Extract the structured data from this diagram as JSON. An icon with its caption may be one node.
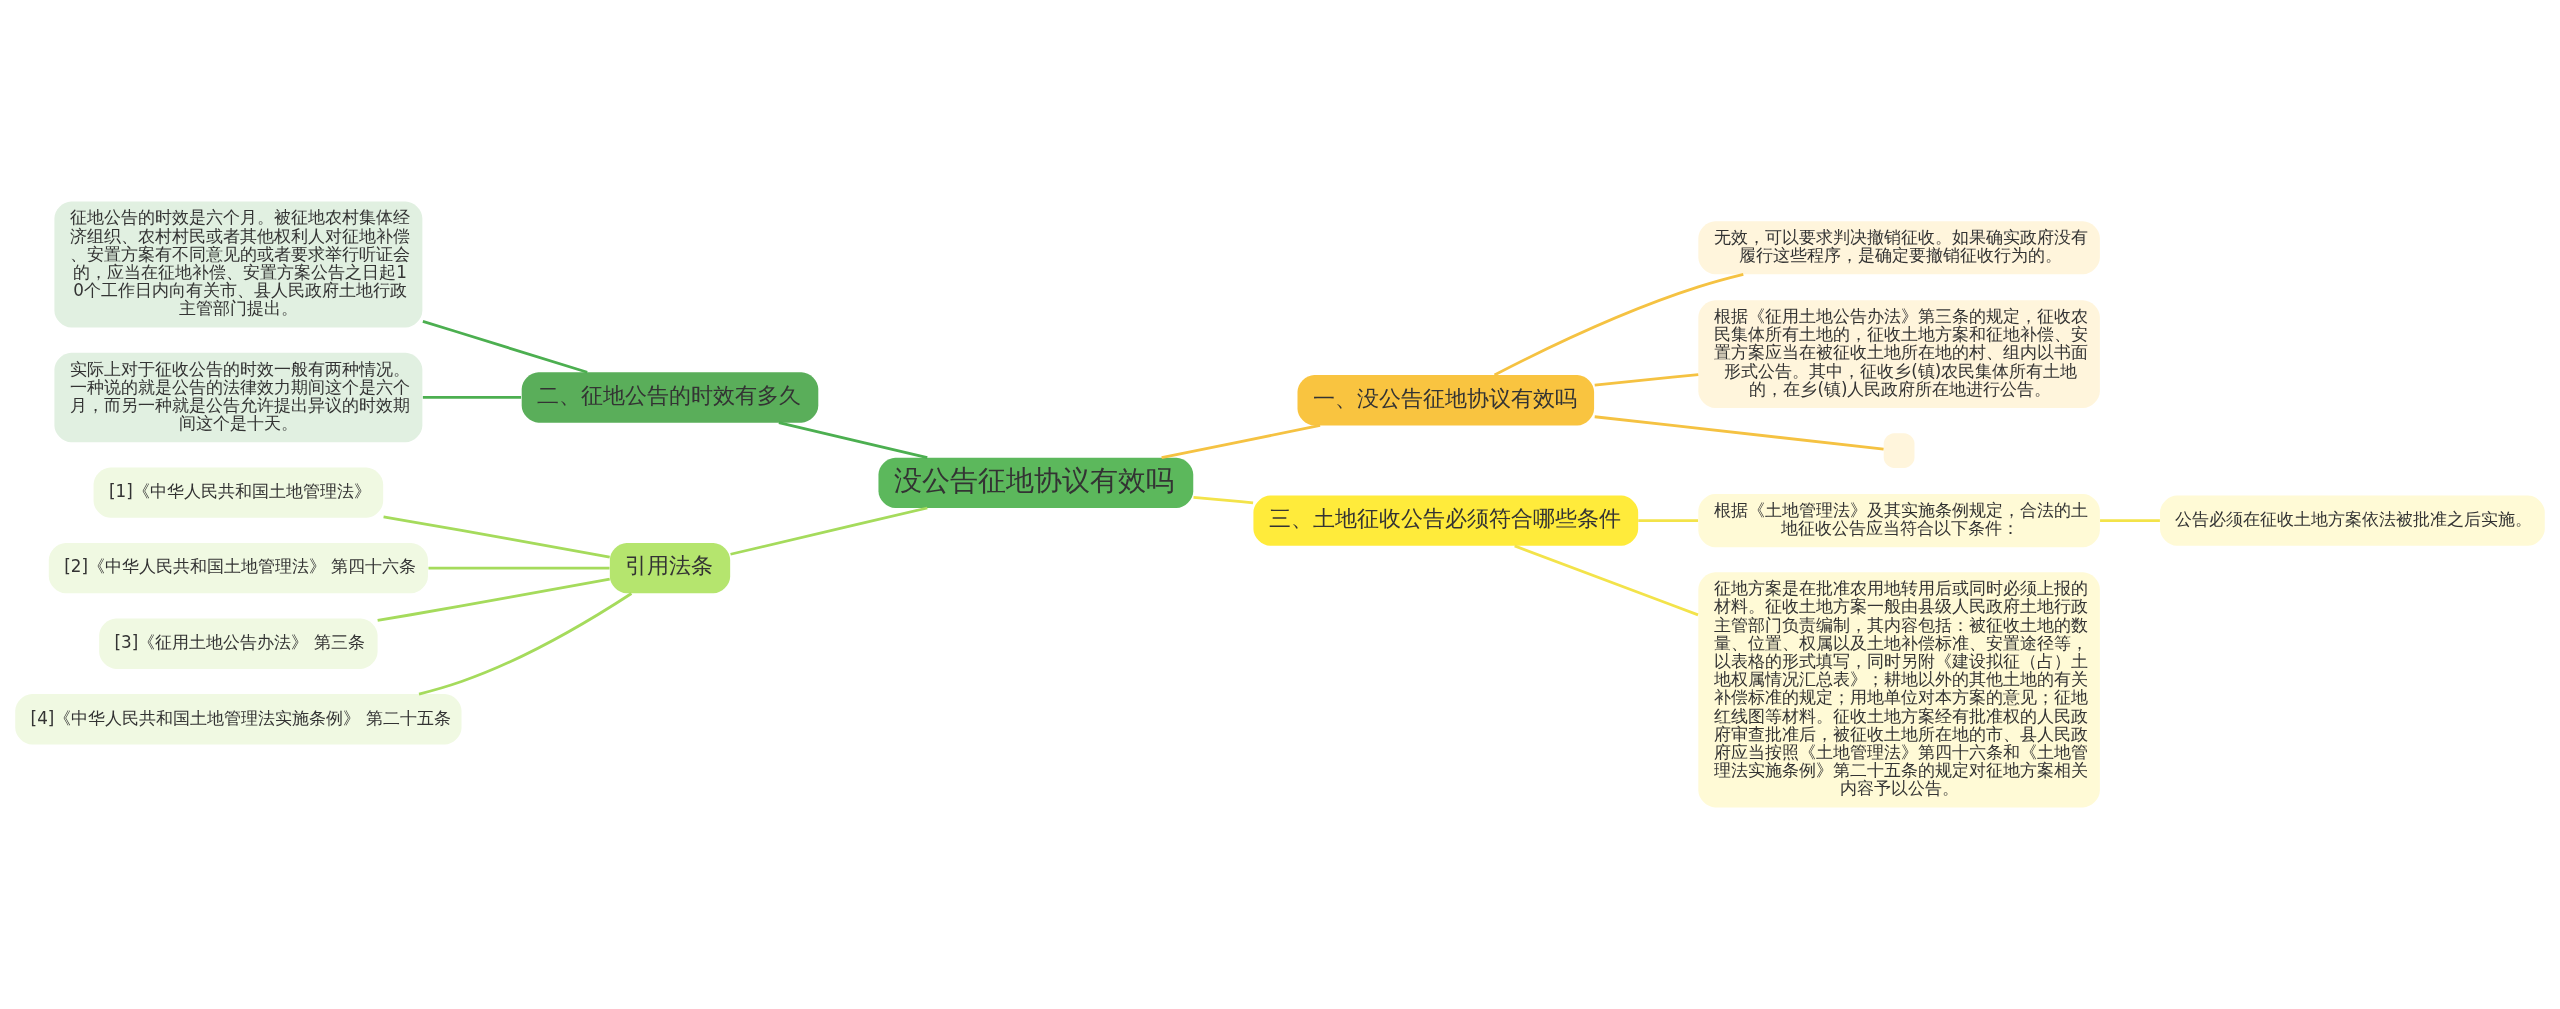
{
  "diagram": {
    "nodes": [
      {
        "text": [
          "没公告征地协议有效吗"
        ]
      },
      {
        "text": [
          "一、没公告征地协议有效吗"
        ]
      },
      {
        "text": [
          "无效，可以要求判决撤销征收。如果确实政府没有履行这些程序，是确定要撤销征收行为的。"
        ]
      },
      {
        "text": [
          "根据《征用土地公告办法》第三条的规定，征收农民集体所有土地的，征收土地方案和征地补偿、安置方案应当在被征收土地所在地的村、组内以书面形式公告。其中，征收乡(镇)农民集体所有土地的，在乡(镇)人民政府所在地进行公告。"
        ]
      },
      {
        "text": [],
        "shape": "box"
      },
      {
        "text": [
          "三、土地征收公告必须符合哪些条件"
        ]
      },
      {
        "text": [
          "根据《土地管理法》及其实施条例规定，合法的土地征收公告应当符合以下条件："
        ]
      },
      {
        "text": [
          "公告必须在征收土地方案依法被批准之后实施。"
        ]
      },
      {
        "text": [
          "征地方案是在批准农用地转用后或同时必须上报的材料。征收土地方案一般由县级人民政府土地行政主管部门负责编制，其内容包括：被征收土地的数量、位置、权属以及土地补偿标准、安置途径等，以表格的形式填写，同时另附《建设拟征（占）土地权属情况汇总表》；耕地以外的其他土地的有关补偿标准的规定；用地单位对本方案的意见；征地红线图等材料。征收土地方案经有批准权的人民政府审查批准后，被征收土地所在地的市、县人民政府应当按照《土地管理法》第四十六条和《土地管理法实施条例》第二十五条的规定对征地方案相关内容予以公告。"
        ]
      },
      {
        "text": [
          "二、征地公告的时效有多久"
        ]
      },
      {
        "text": [
          "征地公告的时效是六个月。被征地农村集体经济组织、农村村民或者其他权利人对征地补偿、安置方案有不同意见的或者要求举行听证会的，应当在征地补偿、安置方案公告之日起10个工作日内向有关市、县人民政府土地行政主管部门提出。"
        ]
      },
      {
        "text": [
          "实际上对于征收公告的时效一般有两种情况。一种说的就是公告的法律效力期间这个是六个月，而另一种就是公告允许提出异议的时效期间这个是十天。"
        ]
      },
      {
        "text": [
          "引用法条"
        ]
      },
      {
        "text": [
          "[1]《中华人民共和国土地管理法》"
        ]
      },
      {
        "text": [
          "[2]《中华人民共和国土地管理法》 第四十六条"
        ]
      },
      {
        "text": [
          "[3]《征用土地公告办法》 第三条"
        ]
      },
      {
        "text": [
          "[4]《中华人民共和国土地管理法实施条例》 第二十五条"
        ]
      }
    ],
    "edges": [
      {
        "from": 0,
        "to": 1,
        "arrow": "none",
        "color": "#f5c242"
      },
      {
        "from": 1,
        "to": 2,
        "arrow": "none",
        "color": "#f5c242"
      },
      {
        "from": 1,
        "to": 3,
        "arrow": "none",
        "color": "#f5c242"
      },
      {
        "from": 1,
        "to": 4,
        "arrow": "none",
        "color": "#f5c242"
      },
      {
        "from": 0,
        "to": 5,
        "arrow": "none",
        "color": "#f3e34a"
      },
      {
        "from": 5,
        "to": 6,
        "arrow": "none",
        "color": "#f3e34a"
      },
      {
        "from": 6,
        "to": 7,
        "arrow": "none",
        "color": "#f3e34a"
      },
      {
        "from": 5,
        "to": 8,
        "arrow": "none",
        "color": "#f3e34a"
      },
      {
        "from": 0,
        "to": 9,
        "arrow": "none",
        "color": "#4caf50"
      },
      {
        "from": 9,
        "to": 10,
        "arrow": "none",
        "color": "#4caf50"
      },
      {
        "from": 9,
        "to": 11,
        "arrow": "none",
        "color": "#4caf50"
      },
      {
        "from": 0,
        "to": 12,
        "arrow": "none",
        "color": "#a5db5c"
      },
      {
        "from": 12,
        "to": 13,
        "arrow": "none",
        "color": "#a5db5c"
      },
      {
        "from": 12,
        "to": 14,
        "arrow": "none",
        "color": "#a5db5c"
      },
      {
        "from": 12,
        "to": 15,
        "arrow": "none",
        "color": "#a5db5c"
      },
      {
        "from": 12,
        "to": 16,
        "arrow": "none",
        "color": "#a5db5c"
      }
    ]
  }
}
